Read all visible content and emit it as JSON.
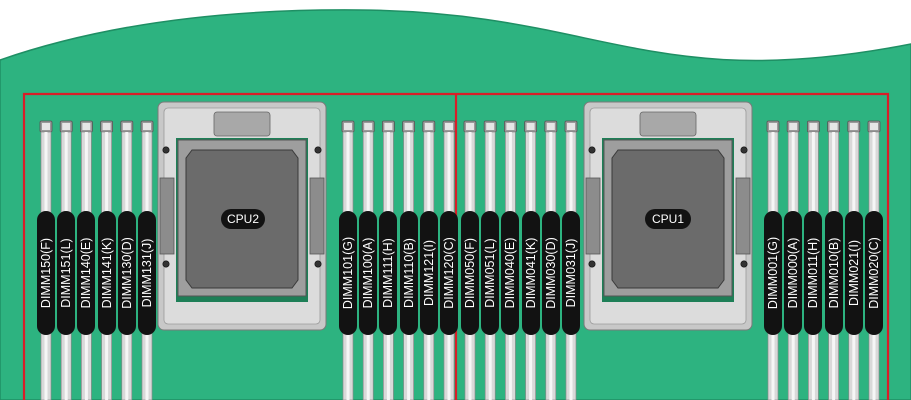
{
  "colors": {
    "board": "#2db380",
    "board_edge": "#1f8f64",
    "socket_frame": "#c8c8c8",
    "socket_inner": "#6b6b6b",
    "slot_rail": "#d9d9d9",
    "divider": "#d81e28",
    "label_bg": "#121212"
  },
  "cpus": [
    {
      "label": "CPU2"
    },
    {
      "label": "CPU1"
    }
  ],
  "dimm_groups": [
    {
      "cpu": "CPU2",
      "side": "left",
      "labels": [
        "DIMM150(F)",
        "DIMM151(L)",
        "DIMM140(E)",
        "DIMM141(K)",
        "DIMM130(D)",
        "DIMM131(J)"
      ]
    },
    {
      "cpu": "CPU2",
      "side": "right",
      "labels": [
        "DIMM101(G)",
        "DIMM100(A)",
        "DIMM111(H)",
        "DIMM110(B)",
        "DIMM121(I)",
        "DIMM120(C)"
      ]
    },
    {
      "cpu": "CPU1",
      "side": "left",
      "labels": [
        "DIMM050(F)",
        "DIMM051(L)",
        "DIMM040(E)",
        "DIMM041(K)",
        "DIMM030(D)",
        "DIMM031(J)"
      ]
    },
    {
      "cpu": "CPU1",
      "side": "right",
      "labels": [
        "DIMM001(G)",
        "DIMM000(A)",
        "DIMM011(H)",
        "DIMM010(B)",
        "DIMM021(I)",
        "DIMM020(C)"
      ]
    }
  ]
}
